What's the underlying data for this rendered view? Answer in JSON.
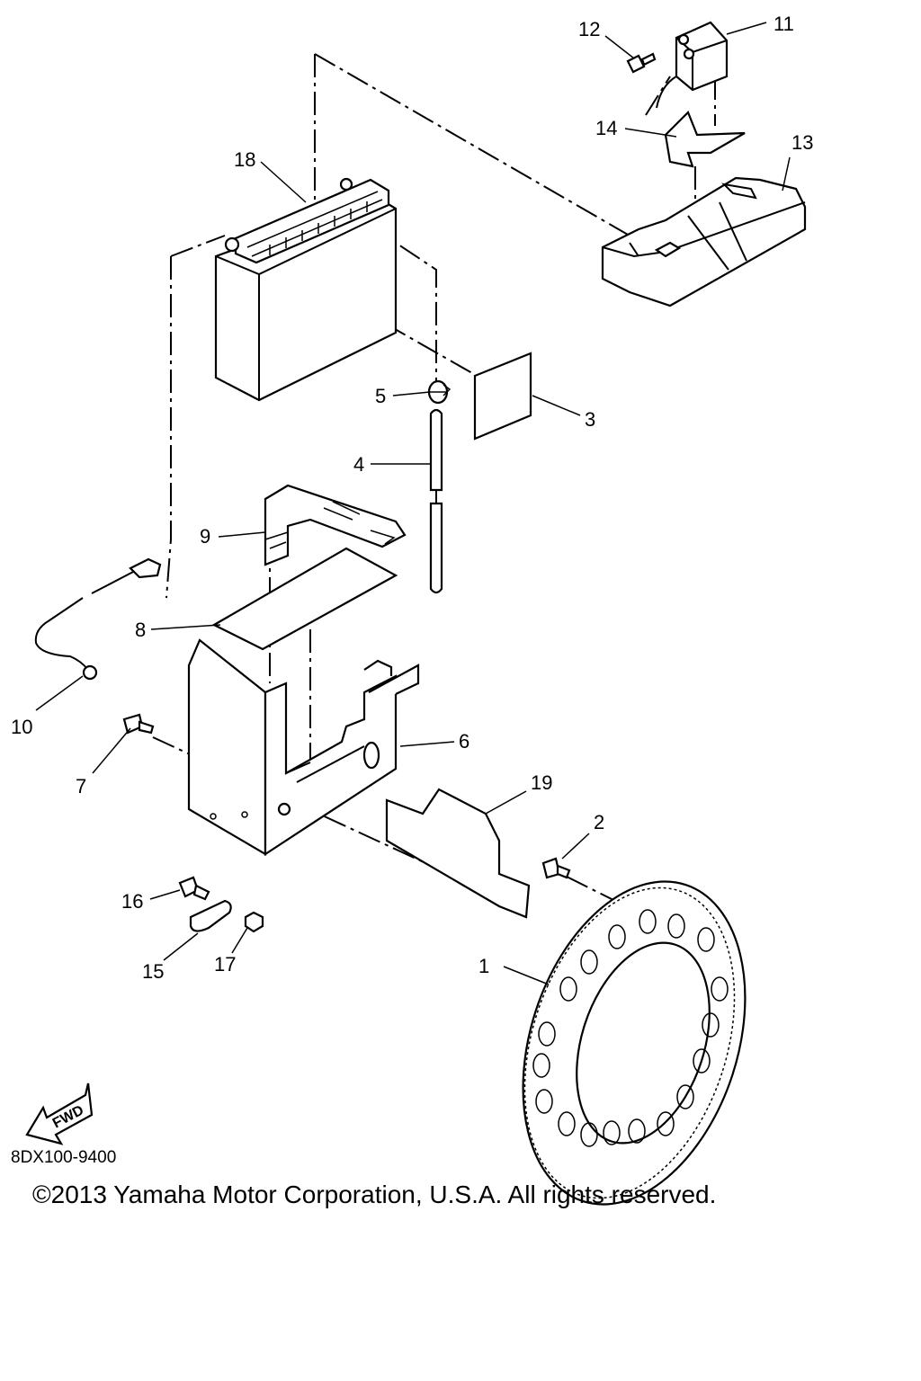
{
  "diagram": {
    "callouts": {
      "c1": "1",
      "c2": "2",
      "c3": "3",
      "c4": "4",
      "c5": "5",
      "c6": "6",
      "c7": "7",
      "c8": "8",
      "c9": "9",
      "c10": "10",
      "c11": "11",
      "c12": "12",
      "c13": "13",
      "c14": "14",
      "c15": "15",
      "c16": "16",
      "c17": "17",
      "c18": "18",
      "c19": "19"
    },
    "fwd_label": "FWD",
    "drawing_code": "8DX100-9400",
    "copyright": "©2013 Yamaha Motor Corporation, U.S.A. All rights reserved."
  }
}
